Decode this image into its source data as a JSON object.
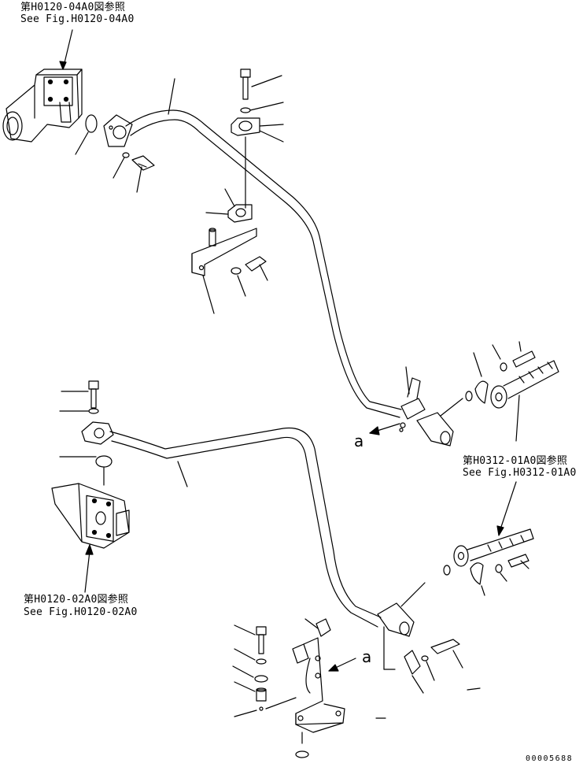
{
  "references": {
    "top_left": {
      "line1": "第H0120-04A0図参照",
      "line2": "See Fig.H0120-04A0"
    },
    "right": {
      "line1": "第H0312-01A0図参照",
      "line2": "See Fig.H0312-01A0"
    },
    "bottom_left": {
      "line1": "第H0120-02A0図参照",
      "line2": "See Fig.H0120-02A0"
    }
  },
  "callouts": {
    "upper_a": "a",
    "lower_a": "a"
  },
  "figure_code": "00005688"
}
